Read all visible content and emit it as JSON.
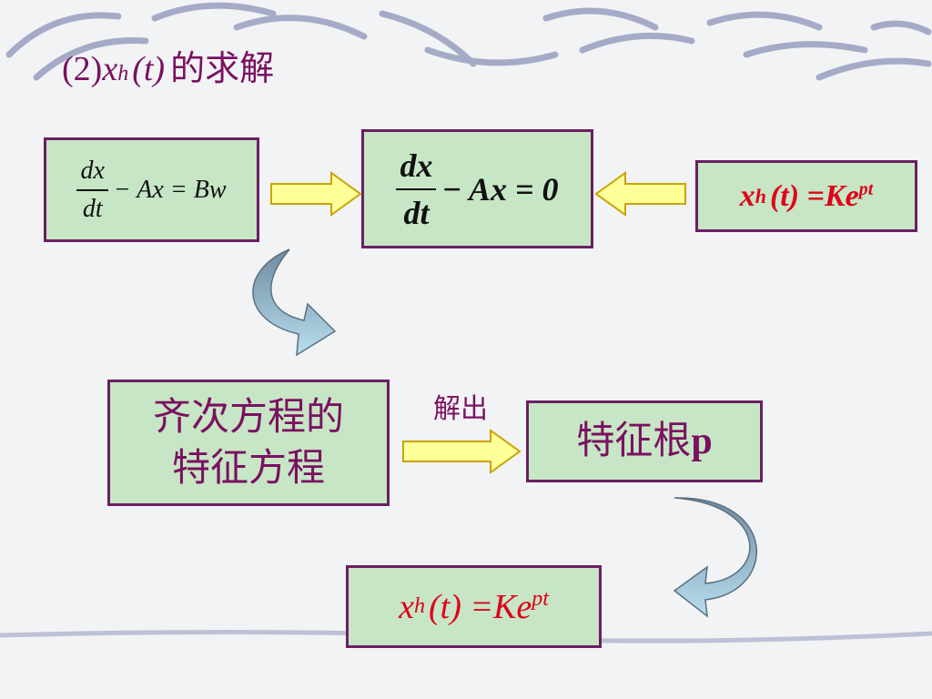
{
  "title": {
    "prefix": "(2)",
    "var": "x",
    "sub": "h",
    "arg": "(t)",
    "suffix": "的求解"
  },
  "box1": {
    "num": "dx",
    "den": "dt",
    "rest": "− Ax = Bw"
  },
  "box2": {
    "num": "dx",
    "den": "dt",
    "rest": "− Ax = 0"
  },
  "box3": {
    "x": "x",
    "sub": "h",
    "arg": "(t) = ",
    "K": "Ke",
    "sup": "pt"
  },
  "box4": {
    "line1": "齐次方程的",
    "line2": "特征方程"
  },
  "label_solve": "解出",
  "box5": {
    "text": "特征根",
    "p": "p"
  },
  "box6": {
    "x": "x",
    "sub": "h",
    "arg": "(t) = ",
    "K": "Ke",
    "sup": "pt"
  },
  "colors": {
    "box_fill": "#c7e6c5",
    "box_border": "#6b1f63",
    "accent": "#7a1160",
    "red": "#e0001a",
    "arrow_yellow": "#ffff99",
    "arrow_blue": "#a9d3e6"
  }
}
